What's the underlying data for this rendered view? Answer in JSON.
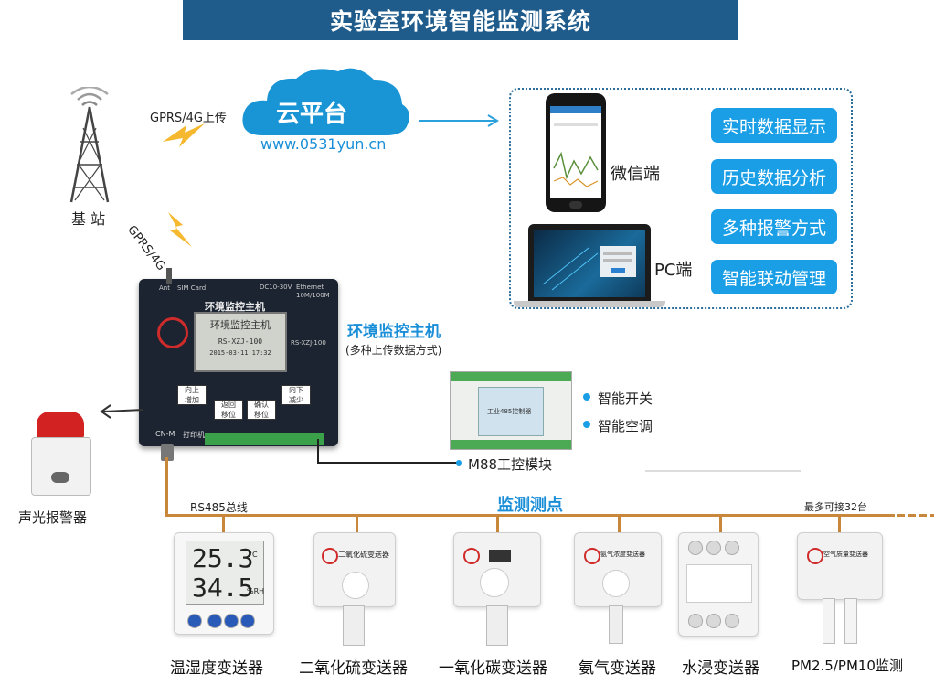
{
  "title": "实验室环境智能监测系统",
  "tower_label": "基 站",
  "gprs_upload": "GPRS/4G上传",
  "gprs_diag": "GPRS/4G",
  "cloud": {
    "label": "云平台",
    "url": "www.0531yun.cn"
  },
  "clients": {
    "wechat": "微信端",
    "pc": "PC端"
  },
  "features": [
    "实时数据显示",
    "历史数据分析",
    "多种报警方式",
    "智能联动管理"
  ],
  "host": {
    "title": "环境监控主机",
    "subtitle": "(多种上传数据方式)",
    "device_text": "环境监控主机",
    "model": "RS-XZJ-100",
    "lcd_line1": "环境监控主机",
    "lcd_line2": "RS-XZJ-100",
    "lcd_line3": "2015-03-11 17:32",
    "ant": "Ant",
    "sim": "SIM Card",
    "dc": "DC10-30V",
    "eth": "Ethernet",
    "eth_speed": "10M/100M",
    "cnm": "CN-M",
    "printer": "打印机",
    "buttons": [
      {
        "top": "向上",
        "bottom": "增加"
      },
      {
        "top": "返回",
        "bottom": "移位"
      },
      {
        "top": "确认",
        "bottom": "移位"
      },
      {
        "top": "向下",
        "bottom": "减少"
      }
    ]
  },
  "alarm_label": "声光报警器",
  "module": {
    "label": "M88工控模块",
    "outputs": [
      "智能开关",
      "智能空调"
    ],
    "device_text": "工业485控制器"
  },
  "bus": {
    "left": "RS485总线",
    "center": "监测测点",
    "right": "最多可接32台"
  },
  "th_display": {
    "temp": "25.3",
    "temp_unit": "°C",
    "hum": "34.5",
    "hum_unit": "%RH"
  },
  "sensor_texts": [
    "二氧化硫变送器",
    "氨气浓度变送器",
    "空气质量变送器"
  ],
  "sensors": [
    "温湿度变送器",
    "二氧化硫变送器",
    "一氧化碳变送器",
    "氨气变送器",
    "水浸变送器",
    "PM2.5/PM10监测"
  ],
  "colors": {
    "title_bg": "#1f5c8b",
    "accent": "#1a9ee6",
    "bus": "#c8873a",
    "bus_text": "#1a8fd8"
  }
}
